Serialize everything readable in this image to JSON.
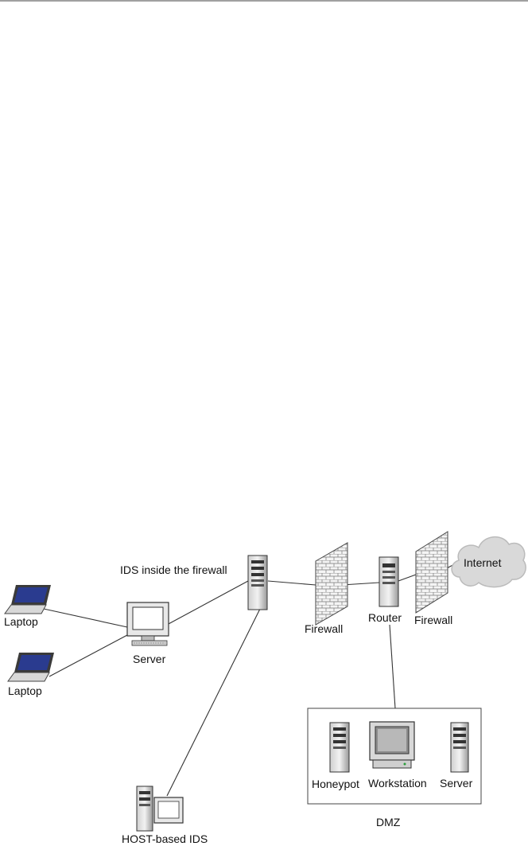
{
  "diagram": {
    "nodes": {
      "laptop_1": "Laptop",
      "laptop_2": "Laptop",
      "server_main": "Server",
      "ids_inside": "IDS inside the firewall",
      "firewall_inner": "Firewall",
      "router": "Router",
      "firewall_outer": "Firewall",
      "internet": "Internet",
      "host_ids": "HOST-based IDS",
      "honeypot": "Honeypot",
      "workstation": "Workstation",
      "dmz_server": "Server",
      "dmz": "DMZ"
    },
    "colors": {
      "line": "#333333",
      "screen": "#2a3b8f",
      "cloud": "#d9d9d9",
      "device": "#e6e6e6"
    }
  }
}
